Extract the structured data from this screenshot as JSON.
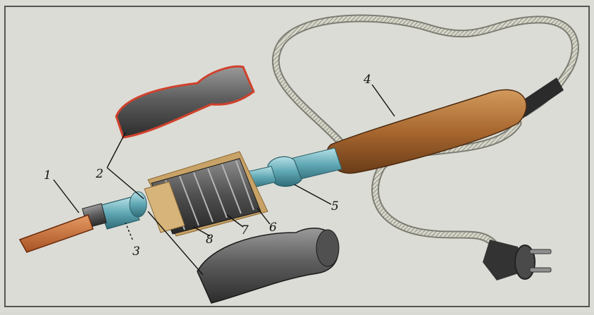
{
  "labels": {
    "tip": "1",
    "casing": "2",
    "collar": "3",
    "handle": "4",
    "holder": "5",
    "mica_outer": "6",
    "winding": "7",
    "mica_inner": "8"
  },
  "colors": {
    "copper": "#c8703a",
    "steel": "#6f6f6f",
    "wood": "#a86a36",
    "cord": "#d8d8cc",
    "blue_fitting": "#5fa7b4",
    "red_edge": "#d0412c",
    "background": "#dcdcd6"
  }
}
